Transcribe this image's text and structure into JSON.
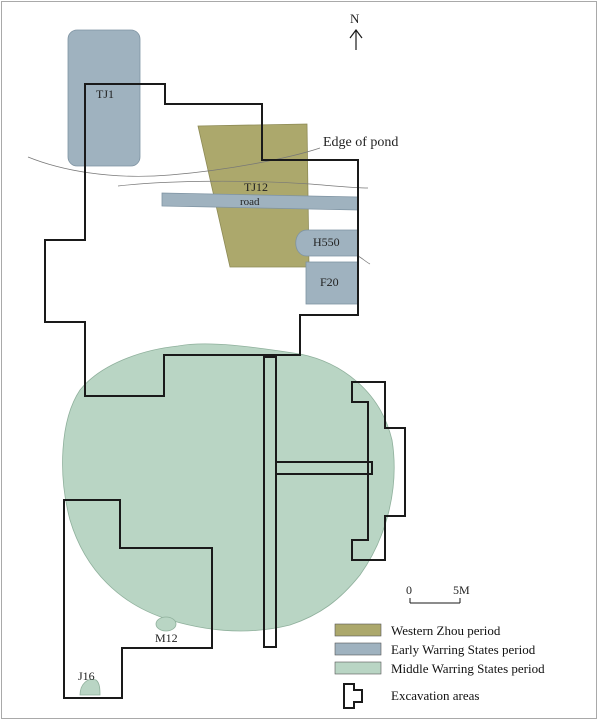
{
  "map": {
    "north_label": "N",
    "features": {
      "tj1": "TJ1",
      "tj12": "TJ12",
      "road": "road",
      "h550": "H550",
      "f20": "F20",
      "m12": "M12",
      "j16": "J16",
      "pond_edge": "Edge of pond"
    },
    "scale": {
      "zero": "0",
      "length": "5M"
    }
  },
  "legend": {
    "items": [
      {
        "label": "Western Zhou period",
        "color": "#aca86c"
      },
      {
        "label": "Early Warring States period",
        "color": "#9fb2bf"
      },
      {
        "label": "Middle Warring States period",
        "color": "#b9d5c4"
      },
      {
        "label": "Excavation areas"
      }
    ]
  },
  "colors": {
    "western_zhou": "#aca86c",
    "early_warring": "#9fb2bf",
    "middle_warring": "#b9d5c4",
    "outline": "#1a1a1a"
  }
}
